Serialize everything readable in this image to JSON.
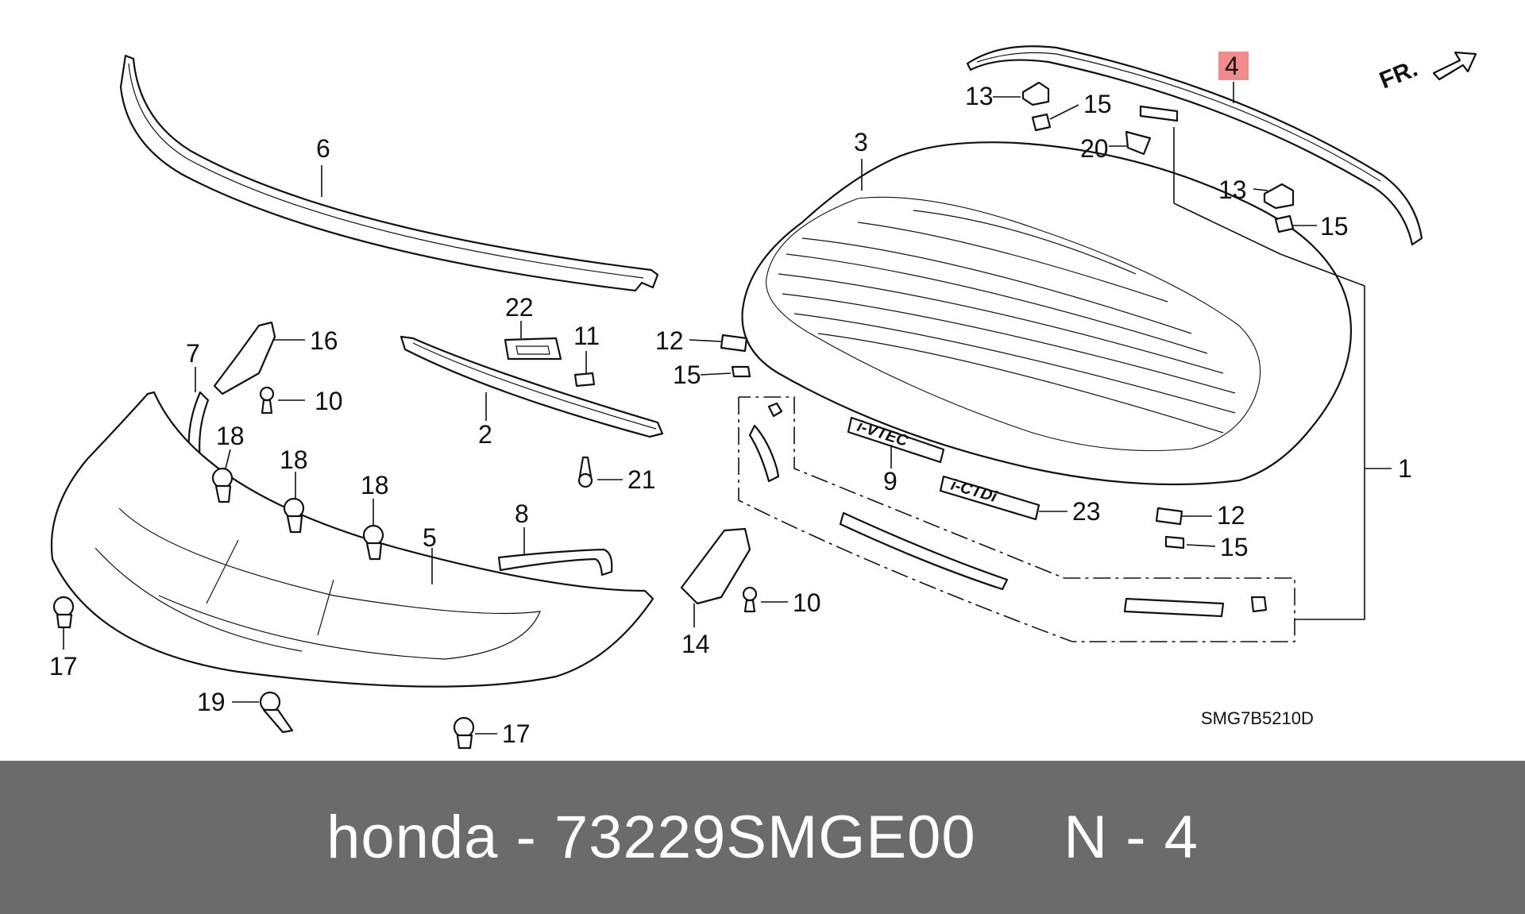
{
  "diagram": {
    "direction_marker": "FR.",
    "diagram_code": "SMG7B5210D",
    "highlight_color": "#f28b8b",
    "callouts": {
      "c1": "1",
      "c2": "2",
      "c3": "3",
      "c4": "4",
      "c5": "5",
      "c6": "6",
      "c7": "7",
      "c8": "8",
      "c9": "9",
      "c10a": "10",
      "c10b": "10",
      "c11": "11",
      "c12a": "12",
      "c12b": "12",
      "c13a": "13",
      "c13b": "13",
      "c14": "14",
      "c15a": "15",
      "c15b": "15",
      "c15c": "15",
      "c15d": "15",
      "c16": "16",
      "c17a": "17",
      "c17b": "17",
      "c18a": "18",
      "c18b": "18",
      "c18c": "18",
      "c19": "19",
      "c20": "20",
      "c21": "21",
      "c22": "22",
      "c23": "23"
    },
    "emblems": {
      "vtec": "i-VTEC",
      "ictdi": "i-CTDi"
    },
    "highlighted_callout": "4"
  },
  "caption": {
    "text": "honda - 73229SMGE00     N - 4"
  }
}
